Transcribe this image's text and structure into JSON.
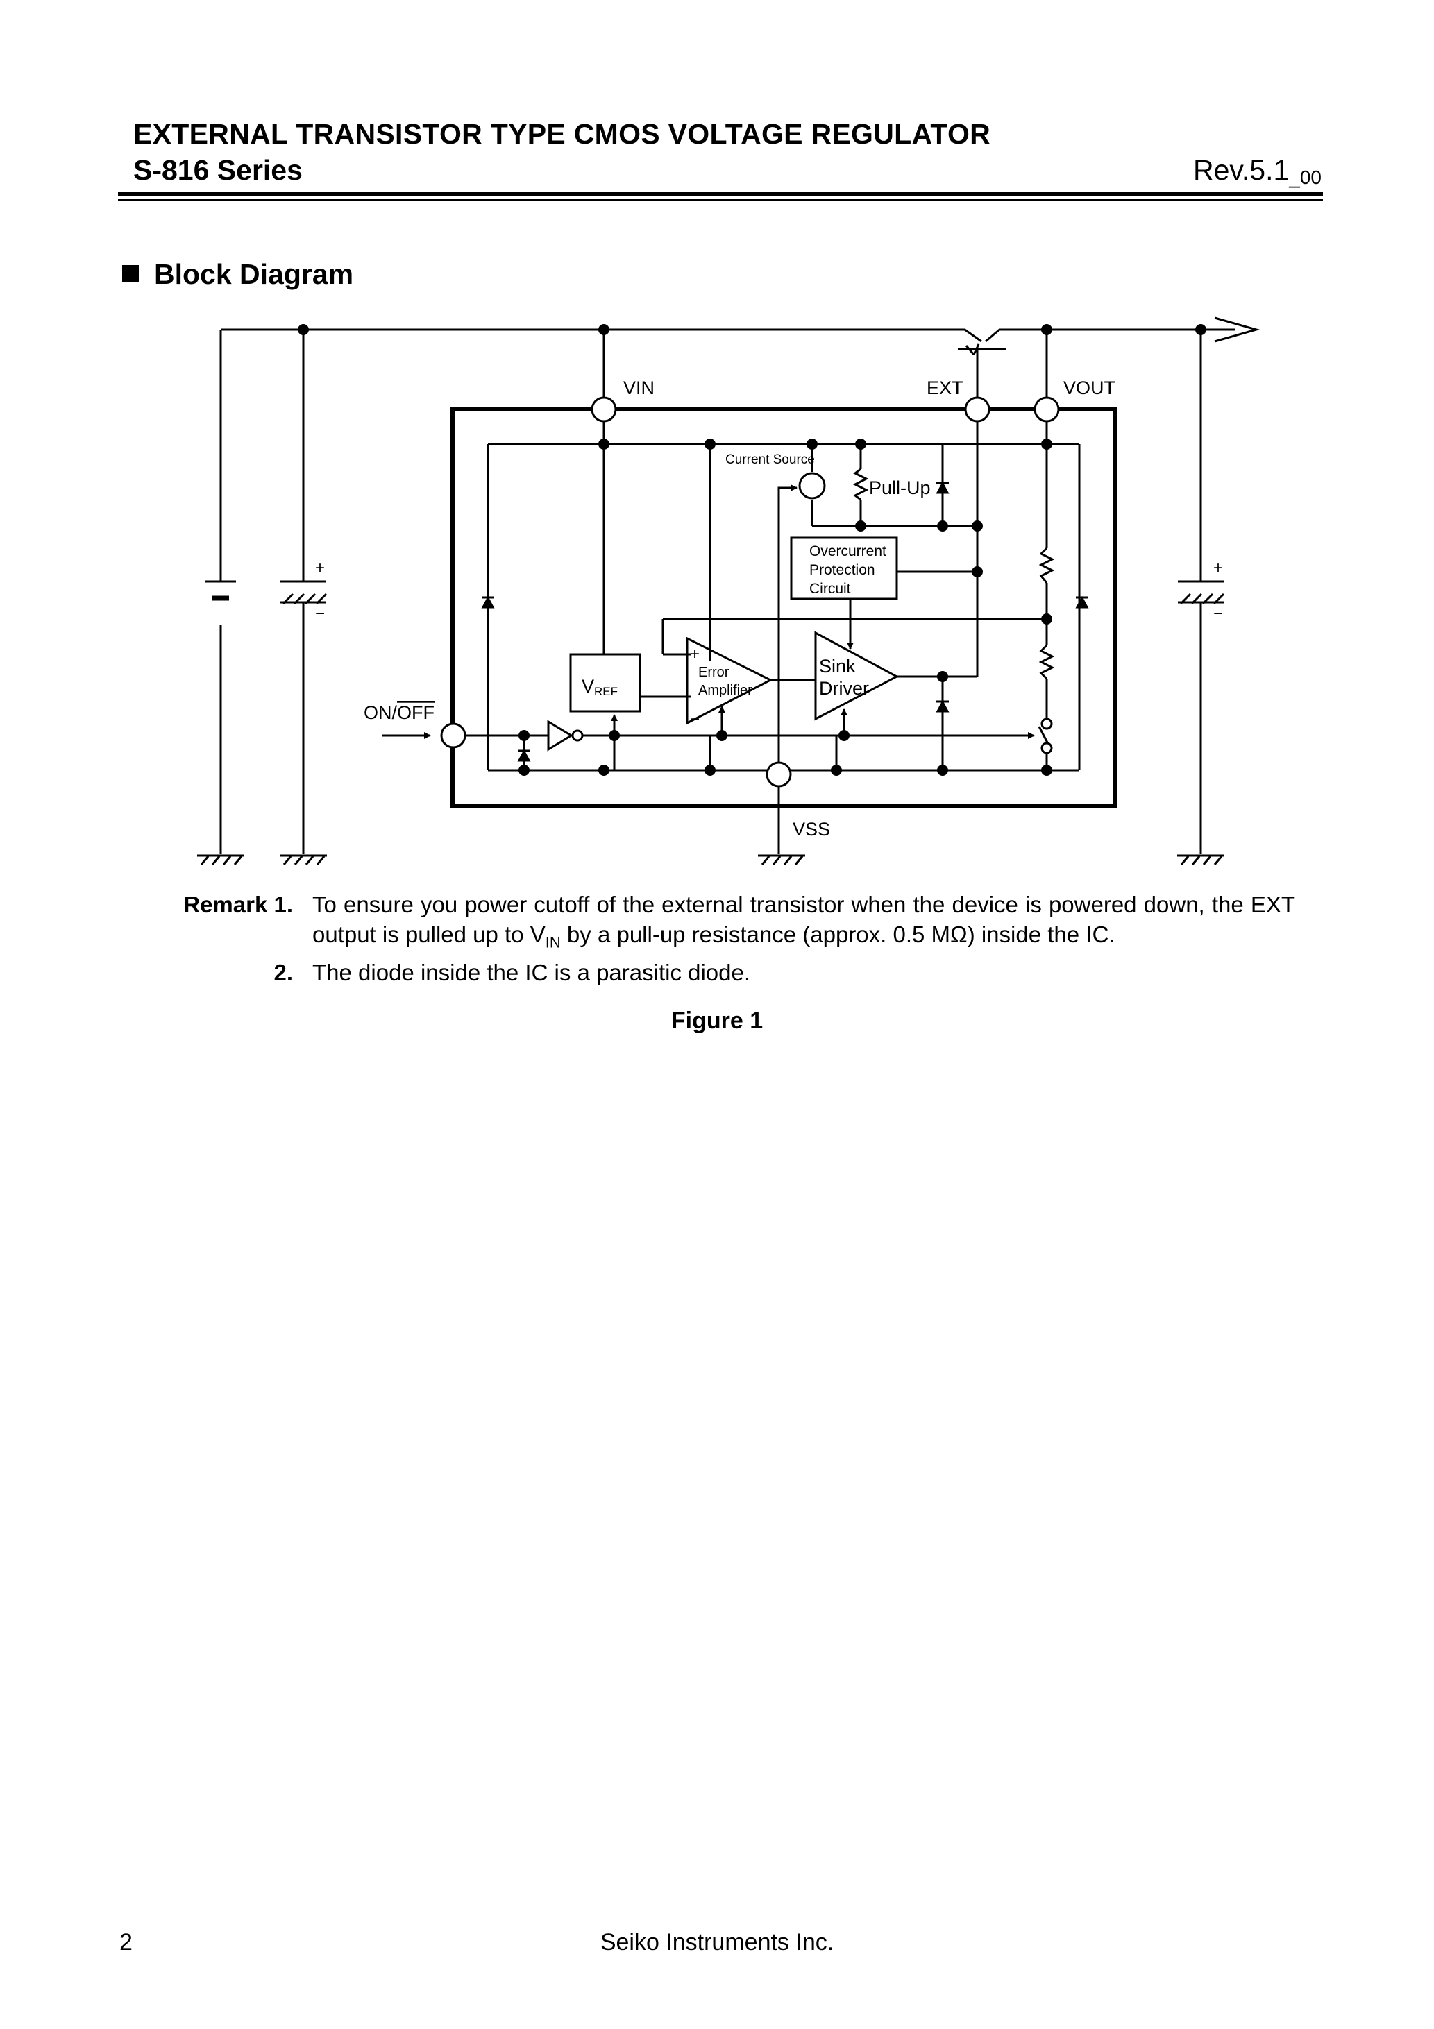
{
  "header": {
    "title": "EXTERNAL TRANSISTOR TYPE CMOS VOLTAGE REGULATOR",
    "series": "S-816 Series",
    "revision_main": "Rev.5.1",
    "revision_sub": "_00"
  },
  "section": {
    "title": "Block Diagram"
  },
  "diagram": {
    "pins": {
      "vin": "VIN",
      "ext": "EXT",
      "vout": "VOUT",
      "vss": "VSS",
      "on_off_prefix": "ON/",
      "on_off_overline": "OFF"
    },
    "blocks": {
      "current_source": "Current Source",
      "pull_up": "Pull-Up",
      "overcurrent": [
        "Overcurrent",
        "Protection",
        "Circuit"
      ],
      "vref_main": "V",
      "vref_sub": "REF",
      "error_amp": [
        "Error",
        "Amplifier"
      ],
      "sink_driver": [
        "Sink",
        "Driver"
      ]
    },
    "symbols": {
      "plus": "+",
      "minus": "−"
    }
  },
  "remarks": {
    "label1": "Remark 1.",
    "text1_a": "To ensure you power cutoff of the external transistor when the device is powered down, the EXT output is pulled up to V",
    "text1_sub": "IN",
    "text1_b": " by a pull-up resistance (approx. 0.5 MΩ) inside the IC.",
    "label2": "2.",
    "text2": "The diode inside the IC is a parasitic diode."
  },
  "figure_caption": "Figure 1",
  "footer": {
    "page_number": "2",
    "company": "Seiko Instruments Inc."
  }
}
